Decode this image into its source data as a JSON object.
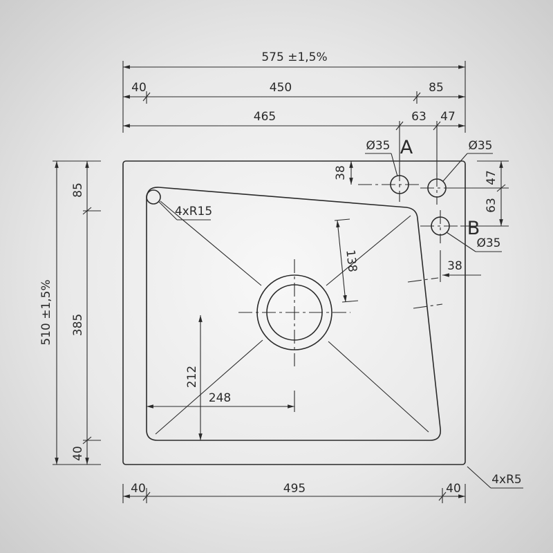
{
  "colors": {
    "ink": "#2a2a2a",
    "background_center": "#f8f8f8",
    "background_edge": "#cdcdcd"
  },
  "top": {
    "overall_width": "575 ±1,5%",
    "left_margin": "40",
    "basin_width": "450",
    "right_margin": "85",
    "to_hole_a": "465",
    "hole_spacing": "63",
    "hole_to_edge": "47"
  },
  "left": {
    "overall_depth": "510 ±1,5%",
    "top_margin": "85",
    "basin_depth": "385",
    "bottom_margin": "40"
  },
  "bottom": {
    "left_margin": "40",
    "basin_width": "495",
    "right_margin": "40"
  },
  "holes": {
    "hole_a_diameter": "Ø35",
    "hole_a_letter": "A",
    "hole_a_top_offset": "38",
    "hole_top_right_diameter": "Ø35",
    "hole_b_letter": "B",
    "hole_b_diameter": "Ø35",
    "right_top_offset": "47",
    "right_b_offset": "63",
    "hole_b_side_offset": "38"
  },
  "basin": {
    "inner_radius": "4xR15",
    "outer_radius": "4xR5",
    "slope_depth": "138",
    "drain_from_bottom": "212",
    "drain_from_left": "248"
  }
}
